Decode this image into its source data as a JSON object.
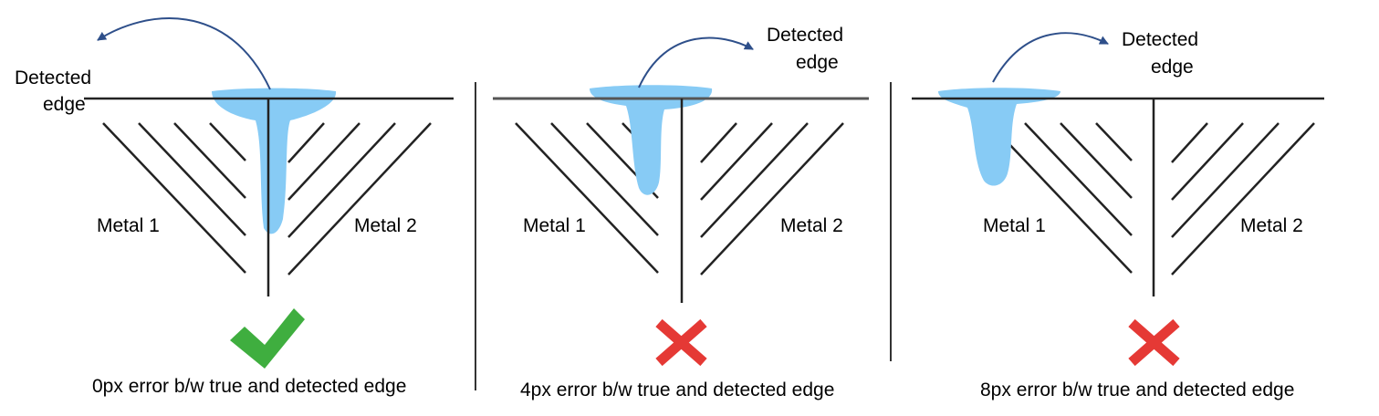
{
  "colors": {
    "liquid": "#87CBF5",
    "arrow": "#2E4F8A",
    "check": "#3FAE3F",
    "cross": "#E53935",
    "line": "#222222",
    "divider": "#333333"
  },
  "panels": [
    {
      "detected_edge_label_line1": "Detected",
      "detected_edge_label_line2": "edge",
      "metal1_label": "Metal 1",
      "metal2_label": "Metal 2",
      "result_icon": "checkmark-icon",
      "caption": "0px error b/w true and detected edge"
    },
    {
      "detected_edge_label_line1": "Detected",
      "detected_edge_label_line2": "edge",
      "metal1_label": "Metal 1",
      "metal2_label": "Metal 2",
      "result_icon": "cross-icon",
      "caption": "4px error b/w true and detected edge"
    },
    {
      "detected_edge_label_line1": "Detected",
      "detected_edge_label_line2": "edge",
      "metal1_label": "Metal 1",
      "metal2_label": "Metal 2",
      "result_icon": "cross-icon",
      "caption": "8px error b/w true and detected edge"
    }
  ]
}
